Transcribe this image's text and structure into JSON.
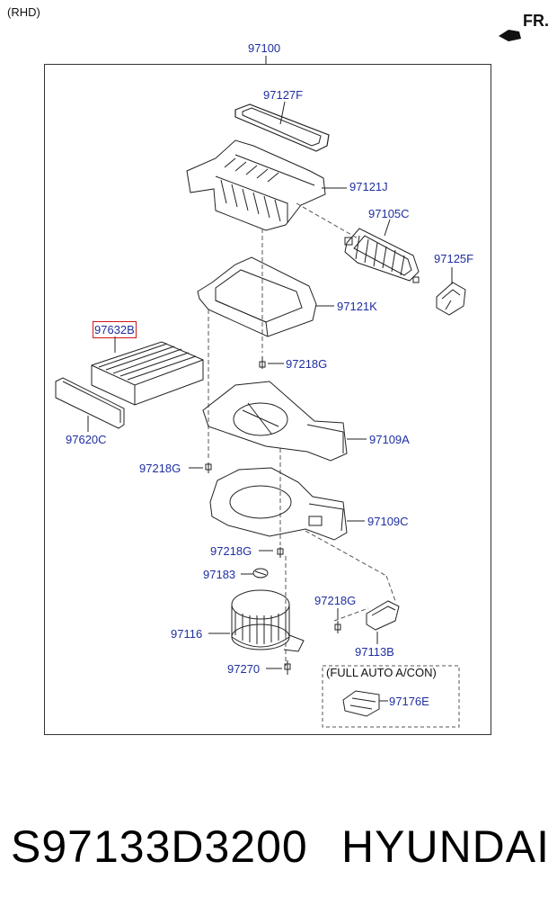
{
  "header": {
    "variant": "(RHD)",
    "direction": "FR."
  },
  "assembly": "97100",
  "parts": [
    {
      "key": "97127F",
      "label": "97127F"
    },
    {
      "key": "97121J",
      "label": "97121J"
    },
    {
      "key": "97105C",
      "label": "97105C"
    },
    {
      "key": "97125F",
      "label": "97125F"
    },
    {
      "key": "97121K",
      "label": "97121K"
    },
    {
      "key": "97632B",
      "label": "97632B",
      "highlighted": true
    },
    {
      "key": "97218G_a",
      "label": "97218G"
    },
    {
      "key": "97620C",
      "label": "97620C"
    },
    {
      "key": "97109A",
      "label": "97109A"
    },
    {
      "key": "97218G_b",
      "label": "97218G"
    },
    {
      "key": "97109C",
      "label": "97109C"
    },
    {
      "key": "97218G_c",
      "label": "97218G"
    },
    {
      "key": "97183",
      "label": "97183"
    },
    {
      "key": "97218G_d",
      "label": "97218G"
    },
    {
      "key": "97116",
      "label": "97116"
    },
    {
      "key": "97113B",
      "label": "97113B"
    },
    {
      "key": "97270",
      "label": "97270"
    },
    {
      "key": "97176E",
      "label": "97176E"
    }
  ],
  "option_box": "(FULL AUTO A/CON)",
  "footer": {
    "part_number": "S97133D3200",
    "brand": "HYUNDAI"
  },
  "colors": {
    "label": "#1f2fa0",
    "highlight": "#d01818",
    "line": "#222222"
  }
}
